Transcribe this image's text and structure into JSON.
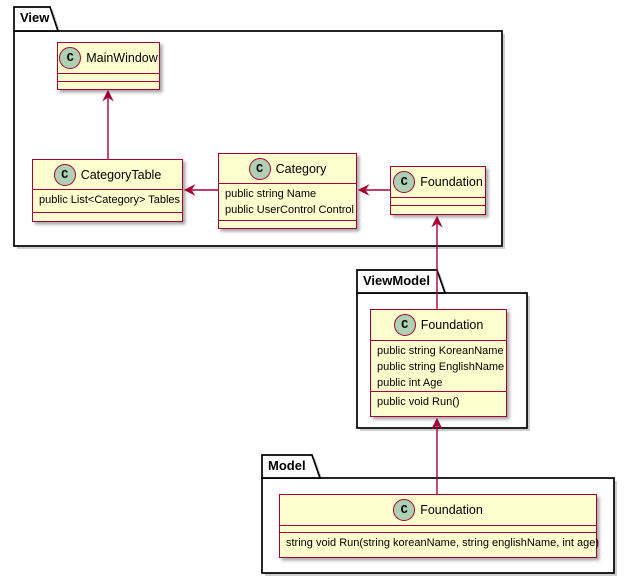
{
  "packages": {
    "view": {
      "label": "View"
    },
    "viewmodel": {
      "label": "ViewModel"
    },
    "model": {
      "label": "Model"
    }
  },
  "classes": {
    "main_window": {
      "stereotype": "C",
      "name": "MainWindow",
      "attributes": [],
      "methods": []
    },
    "category_table": {
      "stereotype": "C",
      "name": "CategoryTable",
      "attributes": [
        "public List<Category> Tables"
      ],
      "methods": []
    },
    "category": {
      "stereotype": "C",
      "name": "Category",
      "attributes": [
        "public string Name",
        "public UserControl Control"
      ],
      "methods": []
    },
    "foundation_view": {
      "stereotype": "C",
      "name": "Foundation",
      "attributes": [],
      "methods": []
    },
    "foundation_viewmodel": {
      "stereotype": "C",
      "name": "Foundation",
      "attributes": [
        "public string KoreanName",
        "public string EnglishName",
        "public int Age"
      ],
      "methods": [
        "public void Run()"
      ]
    },
    "foundation_model": {
      "stereotype": "C",
      "name": "Foundation",
      "attributes": [],
      "methods": [
        "string void Run(string koreanName, string englishName, int age)"
      ]
    }
  },
  "relations": [
    {
      "from": "CategoryTable",
      "to": "MainWindow",
      "type": "arrow-up"
    },
    {
      "from": "Category",
      "to": "CategoryTable",
      "type": "arrow-left"
    },
    {
      "from": "Foundation (View)",
      "to": "Category",
      "type": "arrow-left"
    },
    {
      "from": "Foundation (ViewModel)",
      "to": "Foundation (View)",
      "type": "arrow-up"
    },
    {
      "from": "Foundation (Model)",
      "to": "Foundation (ViewModel)",
      "type": "arrow-up"
    }
  ],
  "colors": {
    "class_fill": "#FEFECE",
    "class_border": "#A80036",
    "circle_fill": "#ADD1B2",
    "arrow": "#A80036",
    "package_border": "#000000",
    "package_fill": "#FFFFFF"
  }
}
